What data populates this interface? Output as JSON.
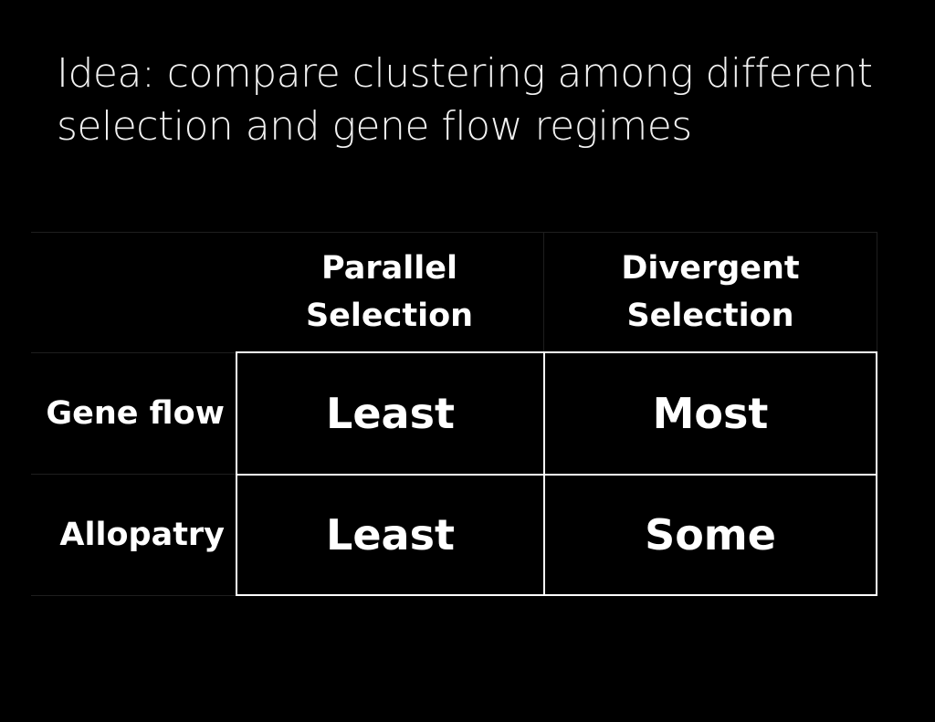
{
  "slide": {
    "title_line1": "Idea: compare clustering among different",
    "title_line2": "selection and gene flow regimes"
  },
  "table": {
    "columns": [
      {
        "line1": "Parallel",
        "line2": "Selection"
      },
      {
        "line1": "Divergent",
        "line2": "Selection"
      }
    ],
    "rows": [
      {
        "label": "Gene flow",
        "values": [
          "Least",
          "Most"
        ]
      },
      {
        "label": "Allopatry",
        "values": [
          "Least",
          "Some"
        ]
      }
    ]
  },
  "colors": {
    "background": "#000000",
    "text": "#ffffff",
    "border": "#ffffff"
  }
}
